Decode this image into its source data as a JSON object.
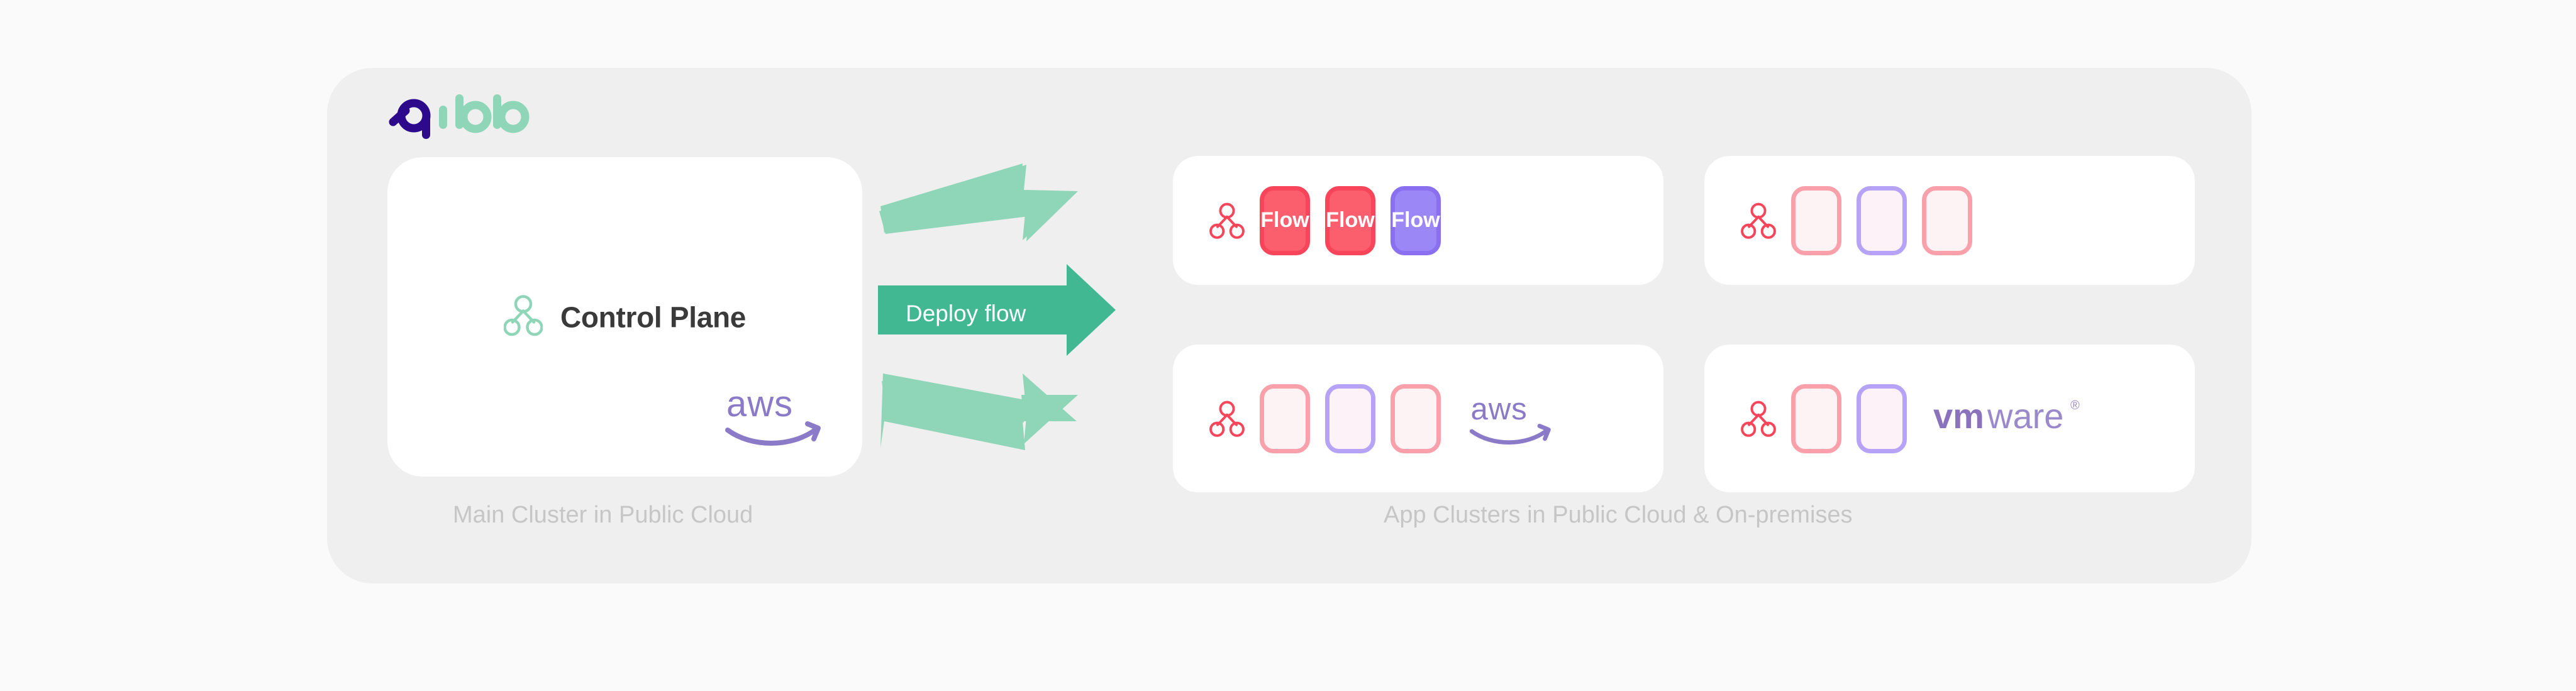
{
  "brand": {
    "logo_text": "qibb",
    "logo_mark_color": "#2d0a8c",
    "logo_word_color": "#8fd6b8"
  },
  "colors": {
    "page_background": "#fafafa",
    "panel_background": "#efefef",
    "card_background": "#ffffff",
    "accent_green": "#8fd6b8",
    "accent_green_dark": "#42b892",
    "flow_red_fill": "#fb5f6e",
    "flow_red_border": "#f8455a",
    "flow_purple_fill": "#9b87f5",
    "flow_purple_border": "#8a6ff0",
    "outline_red_border": "#f9a0aa",
    "outline_purple_border": "#b6a3f8",
    "outline_fill": "#fdf2f4",
    "cluster_icon_red": "#f8455a",
    "cluster_icon_green": "#8fd6b8",
    "title_text": "#3a3a3a",
    "caption_text": "#c6c6c6",
    "aws_purple": "#8b7ac8",
    "vmware_purple": "#8b72bd"
  },
  "control_plane": {
    "title": "Control Plane",
    "node_icon": "cluster-node-icon",
    "cloud_logo": "aws-logo"
  },
  "arrows": {
    "top": {
      "name": "deploy-arrow-up",
      "color": "#8fd6b8"
    },
    "middle": {
      "name": "deploy-flow-arrow",
      "label": "Deploy flow",
      "color": "#42b892"
    },
    "bottom": {
      "name": "deploy-arrow-down",
      "color": "#8fd6b8"
    }
  },
  "clusters": [
    {
      "name": "cluster-card-0",
      "node_icon": "cluster-node-icon",
      "flows": [
        {
          "label": "Flow",
          "style": "filled-red"
        },
        {
          "label": "Flow",
          "style": "filled-red"
        },
        {
          "label": "Flow",
          "style": "filled-purple"
        }
      ],
      "cloud_logo": null
    },
    {
      "name": "cluster-card-1",
      "node_icon": "cluster-node-icon",
      "flows": [
        {
          "label": "",
          "style": "outline-red"
        },
        {
          "label": "",
          "style": "outline-purple"
        },
        {
          "label": "",
          "style": "outline-red"
        }
      ],
      "cloud_logo": null
    },
    {
      "name": "cluster-card-2",
      "node_icon": "cluster-node-icon",
      "flows": [
        {
          "label": "",
          "style": "outline-red"
        },
        {
          "label": "",
          "style": "outline-purple"
        },
        {
          "label": "",
          "style": "outline-red"
        }
      ],
      "cloud_logo": "aws-logo"
    },
    {
      "name": "cluster-card-3",
      "node_icon": "cluster-node-icon",
      "flows": [
        {
          "label": "",
          "style": "outline-red"
        },
        {
          "label": "",
          "style": "outline-purple"
        }
      ],
      "cloud_logo": "vmware-logo"
    }
  ],
  "captions": {
    "left": "Main Cluster in Public Cloud",
    "right": "App Clusters in Public Cloud & On-premises"
  },
  "logos": {
    "aws_text": "aws",
    "vmware_bold": "vm",
    "vmware_light": "ware",
    "vmware_registered": "®"
  }
}
